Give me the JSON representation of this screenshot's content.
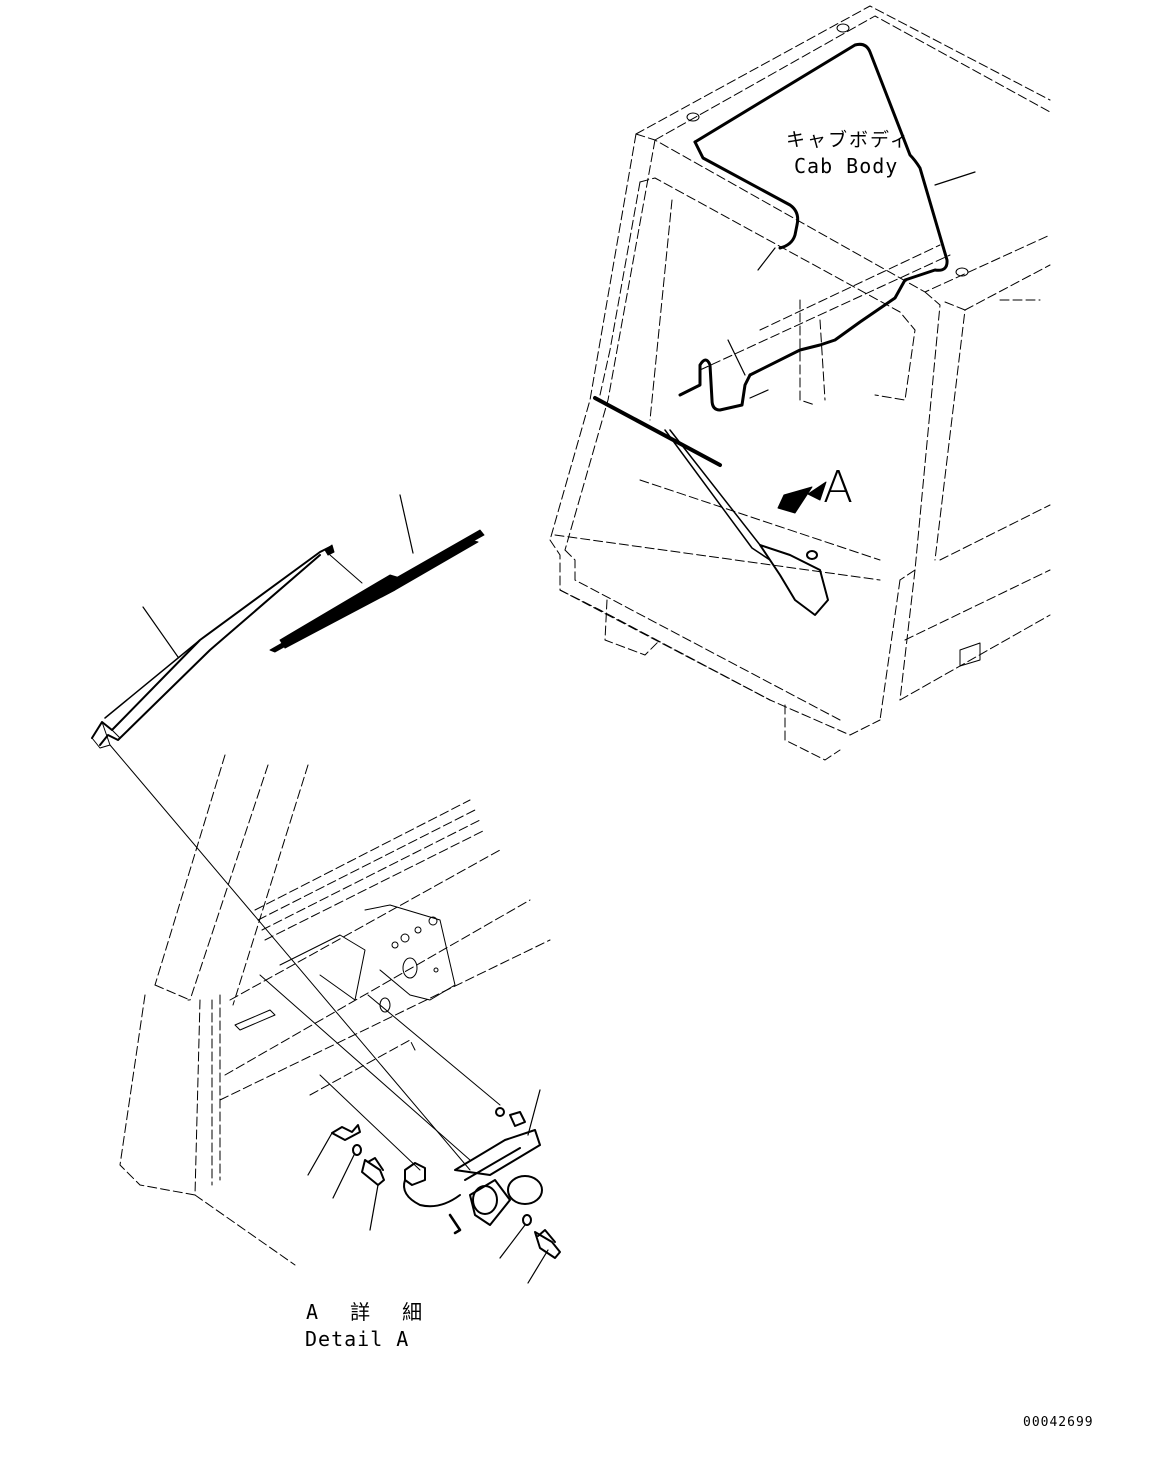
{
  "diagram": {
    "type": "exploded parts illustration",
    "subject": "Windshield wiper assembly on cab",
    "labels": {
      "cab_body_jp": "キャブボディ",
      "cab_body_en": "Cab Body",
      "view_marker": "A",
      "detail_title_jp": "A 詳 細",
      "detail_title_en": "Detail A",
      "drawing_number": "00042699"
    },
    "components": [
      {
        "name": "cab-body",
        "region": "upper-right"
      },
      {
        "name": "washer-hose",
        "region": "upper-right"
      },
      {
        "name": "wiper-arm",
        "region": "left-middle"
      },
      {
        "name": "wiper-blade",
        "region": "center-middle"
      },
      {
        "name": "wiper-motor",
        "region": "lower-center"
      },
      {
        "name": "bracket",
        "region": "lower-left"
      },
      {
        "name": "bolts-and-washers",
        "region": "lower-center"
      }
    ],
    "colors": {
      "line": "#000000",
      "background": "#ffffff"
    }
  }
}
